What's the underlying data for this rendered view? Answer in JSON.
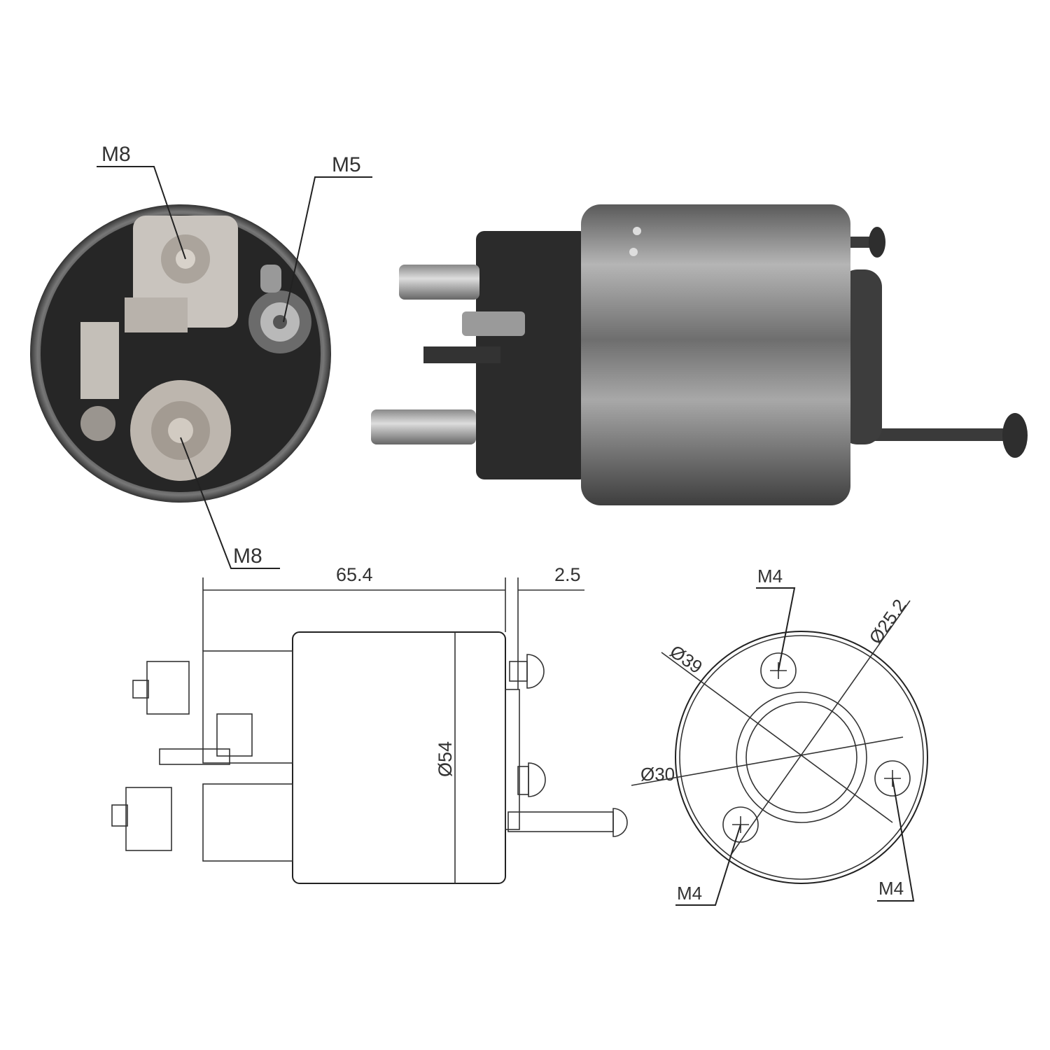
{
  "title": "Starter solenoid technical drawing",
  "end_view_photo": {
    "labels": {
      "top_left_terminal": "M8",
      "small_terminal": "M5",
      "bottom_terminal": "M8"
    }
  },
  "side_view_drawing": {
    "length": "65.4",
    "gap": "2.5",
    "diameter": "Ø54"
  },
  "flange_view_drawing": {
    "outer_diameter": "Ø39",
    "bolt_circle": "Ø25.2",
    "inner_diameter": "Ø30",
    "screw_top": "M4",
    "screw_bottom_left": "M4",
    "screw_bottom_right": "M4"
  },
  "colors": {
    "line": "#222222",
    "metal": "#8a8a8a",
    "dark": "#2a2a2a"
  }
}
